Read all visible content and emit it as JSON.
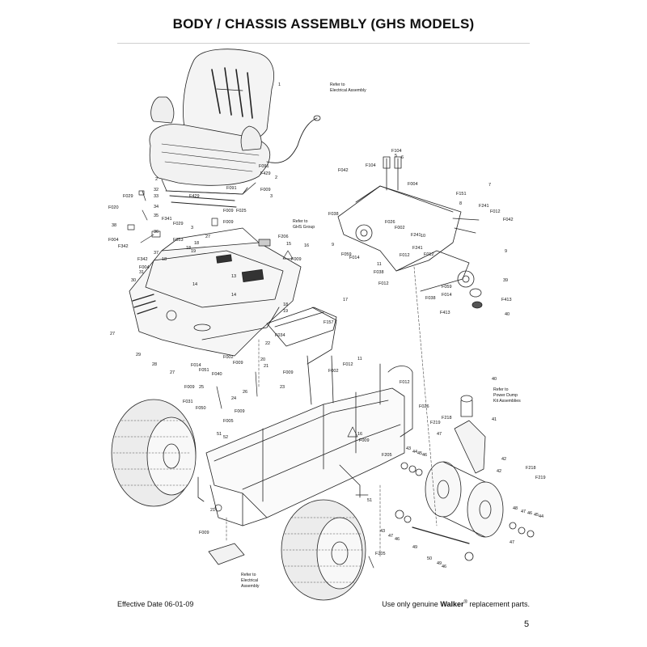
{
  "title": "BODY / CHASSIS ASSEMBLY (GHS MODELS)",
  "footer": {
    "effective_date": "Effective Date 06-01-09",
    "notice_prefix": "Use only genuine",
    "brand": "Walker",
    "brand_mark": "®",
    "notice_suffix": "replacement parts.",
    "page_number": "5"
  },
  "notes": [
    {
      "lines": [
        "Refer to",
        "Electrical Assembly"
      ]
    },
    {
      "lines": [
        "Refer to",
        "GHS Group"
      ]
    },
    {
      "lines": [
        "Refer to",
        "Power Dump",
        "Kit Assemblies"
      ]
    },
    {
      "lines": [
        "Refer to",
        "Electrical",
        "Assembly"
      ]
    }
  ],
  "callouts": [
    "1",
    "2",
    "2",
    "F091",
    "F429",
    "F429",
    "F091",
    "F009",
    "3",
    "32",
    "33",
    "34",
    "35",
    "36",
    "37",
    "F029",
    "F020",
    "38",
    "F004",
    "F342",
    "F341",
    "F029",
    "F053",
    "F342",
    "F004",
    "18",
    "F009",
    "F025",
    "3",
    "F009",
    "27",
    "18",
    "18",
    "19",
    "F206",
    "15",
    "16",
    "F009",
    "30",
    "31",
    "13",
    "14",
    "14",
    "18",
    "19",
    "27",
    "29",
    "28",
    "27",
    "F014",
    "F051",
    "F040",
    "F002",
    "F009",
    "20",
    "21",
    "22",
    "F034",
    "F009",
    "17",
    "23",
    "F009",
    "25",
    "24",
    "26",
    "F031",
    "F050",
    "F009",
    "F005",
    "51",
    "52",
    "21",
    "F009",
    "51",
    "16",
    "F009",
    "11",
    "F002",
    "F012",
    "F012",
    "F026",
    "F104",
    "5",
    "6",
    "F042",
    "F104",
    "F004",
    "7",
    "F038",
    "9",
    "F059",
    "F014",
    "F026",
    "F002",
    "11",
    "F038",
    "F012",
    "F012",
    "F241",
    "10",
    "F241",
    "F151",
    "8",
    "F241",
    "F012",
    "F042",
    "9",
    "F012",
    "F038",
    "F059",
    "F014",
    "39",
    "F413",
    "F413",
    "40",
    "40",
    "F218",
    "F219",
    "41",
    "F205",
    "43",
    "44",
    "45",
    "46",
    "47",
    "42",
    "F218",
    "F219",
    "42",
    "48",
    "47",
    "46",
    "45",
    "44",
    "43",
    "47",
    "46",
    "49",
    "50",
    "49",
    "46",
    "47",
    "F205",
    "F157"
  ],
  "icons": [
    "operator-seat-icon",
    "frame-chassis-icon",
    "caster-wheel-icon",
    "drive-tire-icon"
  ]
}
